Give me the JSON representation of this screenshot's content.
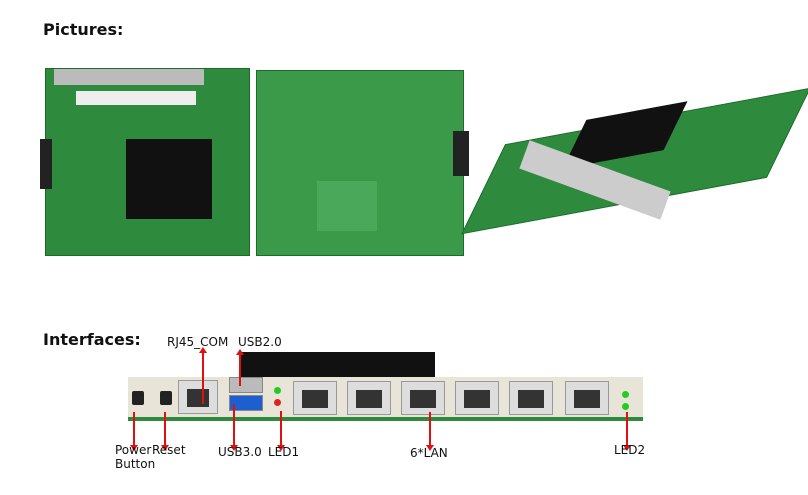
{
  "sections": {
    "pictures": "Pictures:",
    "interfaces": "Interfaces:"
  },
  "labels": {
    "rj45_com": "RJ45_COM",
    "usb20": "USB2.0",
    "power": "Power",
    "reset": "Reset",
    "button": "Button",
    "usb30": "USB3.0",
    "led1": "LED1",
    "lan": "6*LAN",
    "led2": "LED2"
  },
  "colors": {
    "pcb": "#2e8b3e",
    "arrow": "#e01010"
  }
}
